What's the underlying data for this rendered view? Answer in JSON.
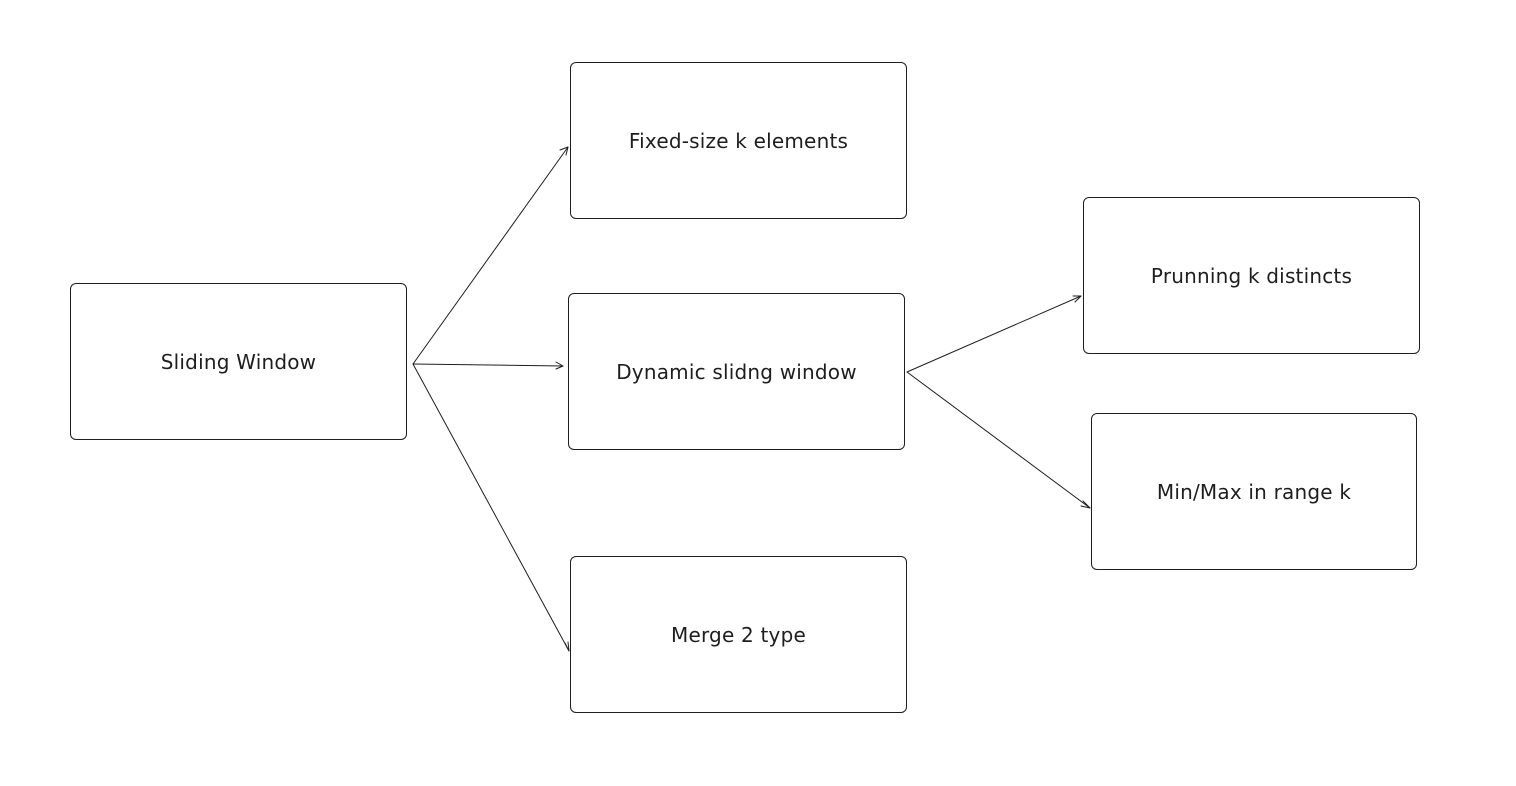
{
  "diagram": {
    "nodes": [
      {
        "id": "root",
        "label": "Sliding Window"
      },
      {
        "id": "fixed",
        "label": "Fixed-size k elements"
      },
      {
        "id": "dynamic",
        "label": "Dynamic slidng window"
      },
      {
        "id": "merge",
        "label": "Merge 2 type"
      },
      {
        "id": "prune",
        "label": "Prunning k distincts"
      },
      {
        "id": "minmax",
        "label": "Min/Max in range k"
      }
    ],
    "edges": [
      {
        "from": "root",
        "to": "fixed"
      },
      {
        "from": "root",
        "to": "dynamic"
      },
      {
        "from": "root",
        "to": "merge"
      },
      {
        "from": "dynamic",
        "to": "prune"
      },
      {
        "from": "dynamic",
        "to": "minmax"
      }
    ],
    "stroke_color": "#1e1e1e",
    "background_color": "#ffffff"
  }
}
